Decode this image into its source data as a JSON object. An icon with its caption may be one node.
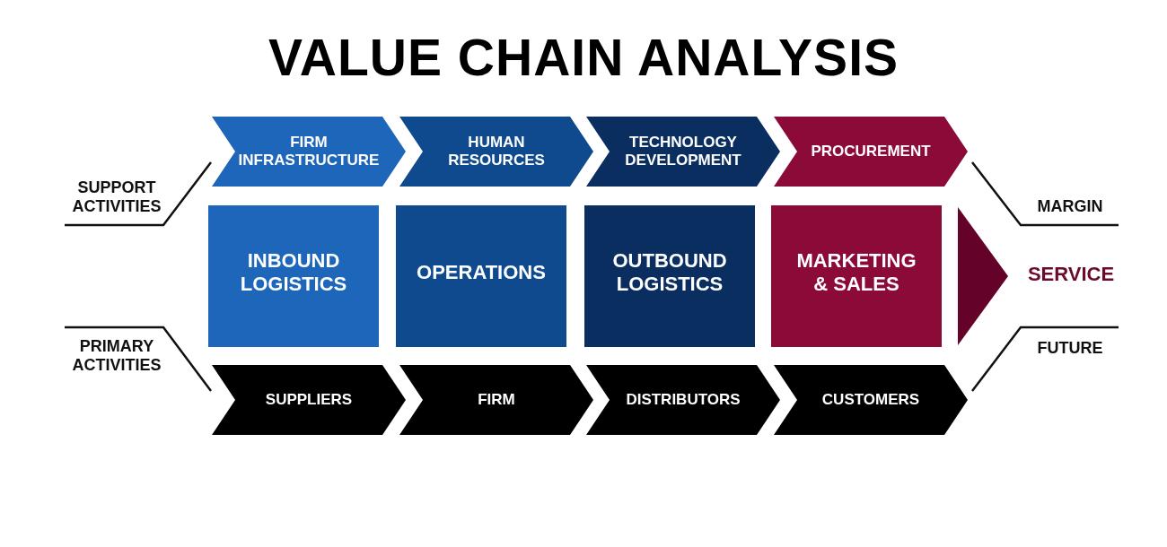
{
  "diagram": {
    "title": "VALUE CHAIN ANALYSIS",
    "nodes": [
      {
        "text": [
          "FIRM INFRASTRUCTURE"
        ]
      },
      {
        "text": [
          "HUMAN RESOURCES"
        ]
      },
      {
        "text": [
          "TECHNOLOGY DEVELOPMENT"
        ]
      },
      {
        "text": [
          "PROCUREMENT"
        ]
      },
      {
        "text": [
          "INBOUND LOGISTICS"
        ]
      },
      {
        "text": [
          "OPERATIONS"
        ]
      },
      {
        "text": [
          "OUTBOUND LOGISTICS"
        ]
      },
      {
        "text": [
          "MARKETING & SALES"
        ]
      },
      {
        "text": [],
        "shape": "triangle"
      },
      {
        "text": [
          "SUPPLIERS"
        ]
      },
      {
        "text": [
          "FIRM"
        ]
      },
      {
        "text": [
          "DISTRIBUTORS"
        ]
      },
      {
        "text": [
          "CUSTOMERS"
        ]
      }
    ],
    "labels": [
      "SUPPORT ACTIVITIES",
      "PRIMARY ACTIVITIES",
      "MARGIN",
      "SERVICE",
      "FUTURE"
    ]
  }
}
